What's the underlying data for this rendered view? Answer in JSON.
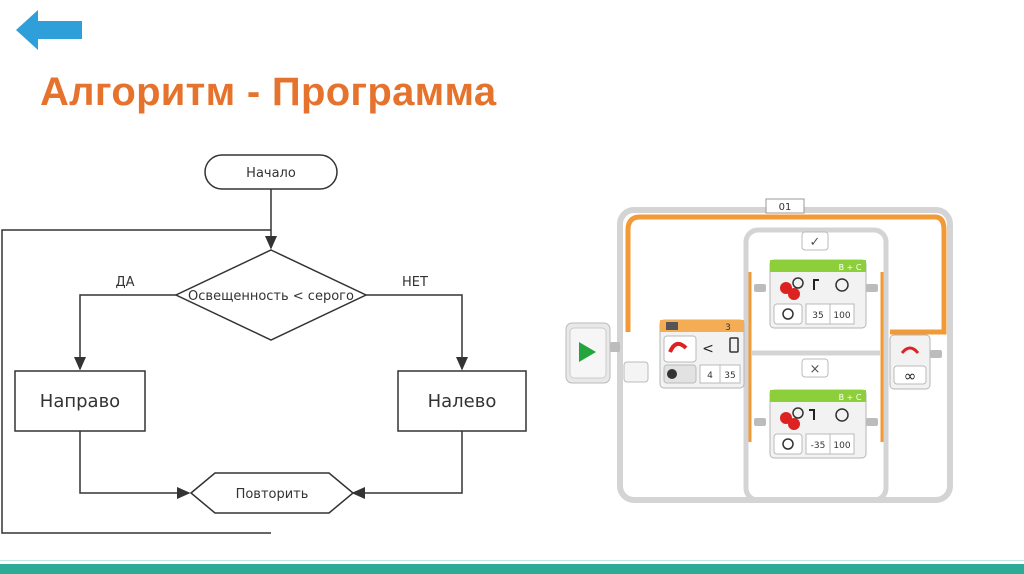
{
  "slide": {
    "title": "Алгоритм - Программа",
    "accent_color": "#e5732e",
    "back_icon_color": "#2e9fd9",
    "bar_color": "#2cab97"
  },
  "flowchart": {
    "start": "Начало",
    "condition": "Освещенность < серого",
    "yes_label": "ДА",
    "no_label": "НЕТ",
    "yes_action": "Направо",
    "no_action": "Налево",
    "end": "Повторить"
  },
  "program": {
    "loop_label": "01",
    "sensor_port": "3",
    "compare_symbol": "<",
    "compare_mode": "4",
    "threshold": "35",
    "true_case_icon": "✓",
    "false_case_icon": "×",
    "true_block": {
      "ports": "B + C",
      "steering": "35",
      "power": "100"
    },
    "false_block": {
      "ports": "B + C",
      "steering": "-35",
      "power": "100"
    },
    "loop_end_icon": "∞"
  }
}
